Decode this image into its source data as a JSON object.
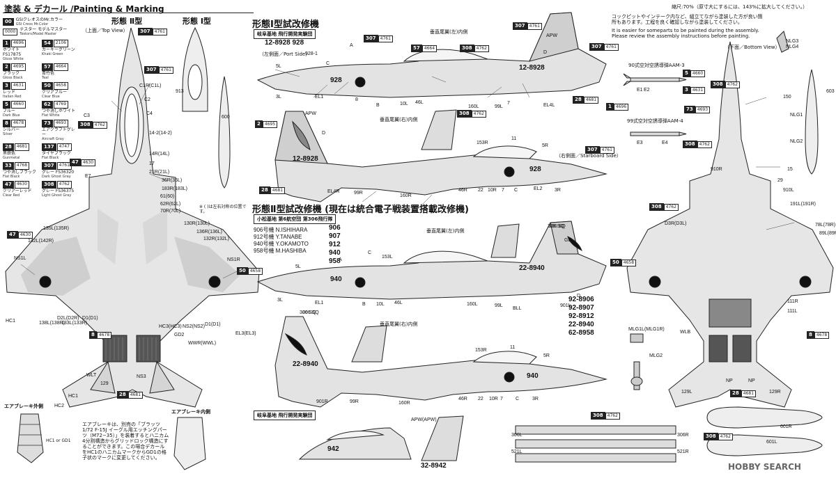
{
  "header": {
    "title": "塗装 & デカール /Painting & Marking",
    "scale_note": "縮尺:70%（原寸大にするには、143%に拡大してください。）"
  },
  "legend": {
    "top": [
      {
        "code": "00",
        "jp": "GSIクレオスのMr.カラー",
        "en": "GSI Creos Mr.Color"
      },
      {
        "code": "0000",
        "jp": "テスター モデルマスター",
        "en": "Testors/Model Master"
      }
    ],
    "colors": [
      {
        "num": "1",
        "ref": "4696",
        "jp": "ホワイト FS17875",
        "en": "Gloss White"
      },
      {
        "num": "54",
        "ref": "2106",
        "jp": "カーキーグリーン",
        "en": "Khaki Green"
      },
      {
        "num": "2",
        "ref": "4695",
        "jp": "ブラック",
        "en": "Gloss Black"
      },
      {
        "num": "57",
        "ref": "4664",
        "jp": "青竹色",
        "en": "Teal"
      },
      {
        "num": "3",
        "ref": "4631",
        "jp": "レッド",
        "en": "Italian Red"
      },
      {
        "num": "50",
        "ref": "4658",
        "jp": "クリアブルー",
        "en": "Clear Blue"
      },
      {
        "num": "5",
        "ref": "4660",
        "jp": "ブルー",
        "en": "Dark Blue"
      },
      {
        "num": "62",
        "ref": "4769",
        "jp": "つや消しホワイト",
        "en": "Flat White"
      },
      {
        "num": "8",
        "ref": "4678",
        "jp": "シルバー",
        "en": "Silver"
      },
      {
        "num": "73",
        "ref": "4693",
        "jp": "エアクラフトグレー",
        "en": "Aircraft Gray"
      },
      {
        "num": "28",
        "ref": "4681",
        "jp": "黒鉄色",
        "en": "Gunmetal"
      },
      {
        "num": "137",
        "ref": "4747",
        "jp": "タイヤブラック",
        "en": "Flat Black"
      },
      {
        "num": "33",
        "ref": "4768",
        "jp": "つや消しブラック",
        "en": "Flat Black"
      },
      {
        "num": "307",
        "ref": "4761",
        "jp": "グレー FS36320",
        "en": "Dark Ghost Gray"
      },
      {
        "num": "47",
        "ref": "4630",
        "jp": "クリアーレッド",
        "en": "Clear Red"
      },
      {
        "num": "308",
        "ref": "4762",
        "jp": "グレー FS36375",
        "en": "Light Ghost Gray"
      }
    ]
  },
  "views": {
    "type2": "形態 Ⅱ型",
    "type1": "形態 Ⅰ型",
    "top_view": "（上面／Top View）",
    "bottom_view": "（下面／Bottom View）",
    "port_side": "（左側面／Port Side）",
    "starboard_side": "（右側面／Starboard Side）"
  },
  "section_type1": {
    "title": "形態Ⅰ型試改修機",
    "unit": "岐阜基地 飛行開発実験団",
    "serials": "12-8928  928",
    "vtail_left": "垂直尾翼(左)内側",
    "vtail_right": "垂直尾翼(右)内側",
    "tail_code": "12-8928",
    "nose_code": "928"
  },
  "section_type2": {
    "title": "形態Ⅱ型試改修機 (現在は統合電子戦装置搭載改修機)",
    "unit": "小松基地 第6航空団 第306飛行隊",
    "pilots": [
      {
        "no": "906号機",
        "name": "N.ISHIHARA"
      },
      {
        "no": "912号機",
        "name": "Y.TANABE"
      },
      {
        "no": "940号機",
        "name": "Y.OKAMOTO"
      },
      {
        "no": "958号機",
        "name": "M.HASHIBA"
      }
    ],
    "nose_numbers": [
      "906",
      "907",
      "912",
      "940",
      "958"
    ],
    "tail_serials": [
      "92-8906",
      "92-8907",
      "92-8912",
      "22-8940",
      "62-8958"
    ],
    "tail_code": "22-8940",
    "nose_code": "940",
    "sq": "306 SQ",
    "vtail_left": "垂直尾翼(左)内側",
    "vtail_right": "垂直尾翼(右)内側"
  },
  "section_type3": {
    "unit": "岐阜基地 飛行開発実験団",
    "nose_code": "942",
    "tail_code": "32-8942",
    "apw": "APW(APW)"
  },
  "notes": {
    "cockpit_jp": "コックピットやインテーク内など、組立てながら塗装した方が良い箇所もあります。工程を良く確認しながら塗装してください。",
    "cockpit_en": "It is easier for someparts to be painted during the assembly. Please review the assembly instructions before painting.",
    "aam3": "90式空対空誘導弾AAM-3",
    "aam4": "99式空対空誘導弾AAM-4",
    "note_side": "※ ( )は左右対称の位置です。",
    "airbrake_out": "エアブレーキ外側",
    "airbrake_in": "エアブレーキ内側",
    "airbrake_text": "エアブレーキは、別売の「ブラッツ 1/72 F-15J イーグル用エッチングパーツ（M72−35）」を装着するとハニカム4分割構造からグリッドロック構造にすることができます。この場合デカールをHC1のハニカムマークからGD1の格子状のマークに変更してください。",
    "hc1_gd1": "HC1 or GD1"
  },
  "labels": {
    "top": [
      "C1R(C1L)",
      "C2",
      "C3",
      "C4",
      "14-2(14-2)",
      "14R(14L)",
      "17",
      "21R(21L)",
      "36R(36L)",
      "183R(183L)",
      "61(60)",
      "62R(62L)",
      "70R(70L)",
      "130R(130L)",
      "136R(136L)",
      "132R(132L)",
      "135L(135R)",
      "142L(142R)",
      "NS1L",
      "NS1R",
      "HC1",
      "D2L(D2R)",
      "D1(D1)",
      "138L(138R)",
      "133L(133R)",
      "HC3(HC3)",
      "NS2(NS2)",
      "D1(D1)",
      "EL3(EL3)",
      "WWR(WWL)",
      "GD2",
      "WLT",
      "NS3",
      "129",
      "HC2",
      "HC1",
      "E7",
      "913",
      "600"
    ],
    "port": [
      "5L",
      "3L",
      "EL1",
      "928-1",
      "A",
      "C",
      "8",
      "B",
      "10L",
      "46L",
      "160L",
      "99L",
      "EL4L",
      "APW",
      "D",
      "7"
    ],
    "starboard": [
      "APW",
      "D",
      "153R",
      "11",
      "5R",
      "EL4R",
      "99R",
      "160R",
      "46R",
      "22",
      "10R",
      "7",
      "C",
      "EL2",
      "3R"
    ],
    "port2": [
      "5L",
      "3L",
      "EL1",
      "A",
      "C",
      "153L",
      "B",
      "10L",
      "46L",
      "160L",
      "99L",
      "BLL",
      "901L",
      "306 SQ",
      "GD",
      "D"
    ],
    "star2": [
      "306 SQ",
      "153R",
      "11",
      "5R",
      "901R",
      "99R",
      "160R",
      "46R",
      "22",
      "10R",
      "7",
      "C",
      "3R"
    ],
    "bottom": [
      "150",
      "NLG1",
      "NLG2",
      "NLG3",
      "NLG4",
      "603",
      "15",
      "910R",
      "29",
      "910L",
      "191L(191R)",
      "D3R(D3L)",
      "78L(78R)",
      "89L(89R)",
      "111R",
      "111L",
      "WLB",
      "NP",
      "NP",
      "129R",
      "129L",
      "MLG1L(MLG1R)",
      "MLG2",
      "E1",
      "E2",
      "E3",
      "E4",
      "601R",
      "601L",
      "306R",
      "306L",
      "521R",
      "521L"
    ]
  },
  "watermark": "HOBBY SEARCH"
}
